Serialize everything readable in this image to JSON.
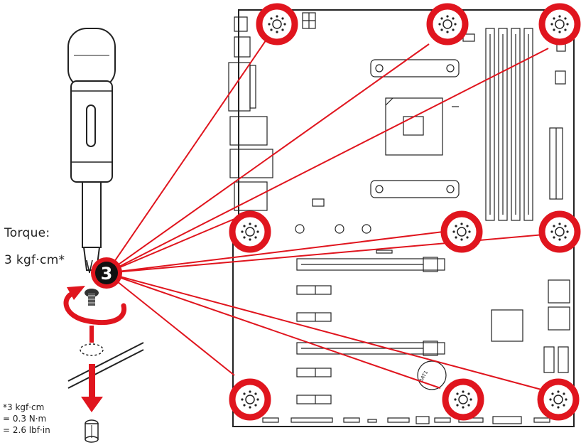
{
  "step": "3",
  "torque_label": "Torque:",
  "torque_value": "3 kgf·cm*",
  "note_lines": [
    "*3 kgf·cm",
    "= 0.3 N·m",
    "= 2.6 lbf·in"
  ],
  "board_mark": "BAT1",
  "colors": {
    "accent": "#e0151e",
    "line": "#222222",
    "screwdriver": "#222222"
  }
}
